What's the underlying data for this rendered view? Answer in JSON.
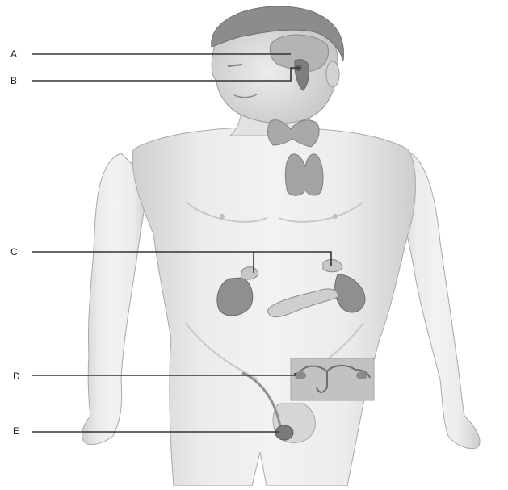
{
  "labels": {
    "a": "A",
    "b": "B",
    "c": "C",
    "d": "D",
    "e": "E"
  },
  "colors": {
    "skin": "#e8e8e8",
    "skin_shadow": "#c9c9c9",
    "outline": "#9a9a9a",
    "hair": "#8a8a8a",
    "organ": "#8f8f8f",
    "organ_light": "#b5b5b5",
    "leader_line": "#333333",
    "inset_box": "#bdbdbd"
  }
}
